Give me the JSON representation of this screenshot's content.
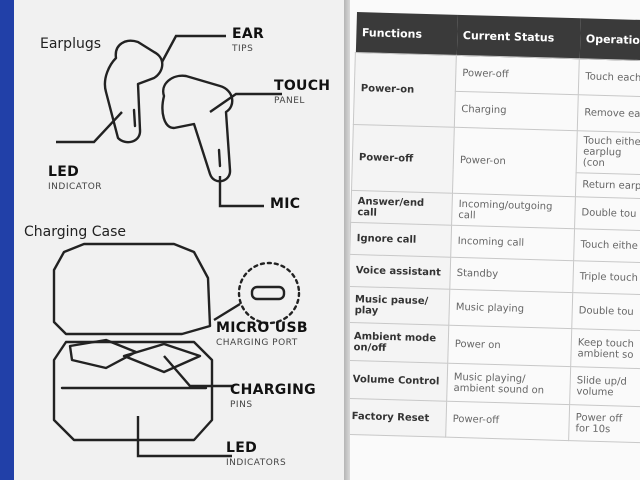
{
  "left_page": {
    "earplugs_title": "Earplugs",
    "ear": "EAR",
    "tips": "TIPS",
    "touch": "TOUCH",
    "panel": "PANEL",
    "led": "LED",
    "indicator": "INDICATOR",
    "mic": "MIC",
    "case_title": "Charging Case",
    "micro_usb": "MICRO USB",
    "charging_port": "CHARGING PORT",
    "charging": "CHARGING",
    "pins": "PINS",
    "led2": "LED",
    "indicators": "INDICATORS"
  },
  "table": {
    "headers": [
      "Functions",
      "Current Status",
      "Operation"
    ],
    "rows": [
      {
        "fn": "Power-on",
        "status": "Power-off",
        "op": "Touch each"
      },
      {
        "status": "Charging",
        "op": "Remove ear"
      },
      {
        "fn": "Power-off",
        "status": "Power-on",
        "op": "Touch either earplug (con"
      },
      {
        "op": "Return earp"
      },
      {
        "fn": "Answer/end call",
        "status": "Incoming/outgoing call",
        "op": "Double tou"
      },
      {
        "fn": "Ignore call",
        "status": "Incoming call",
        "op": "Touch eithe"
      },
      {
        "fn": "Voice assistant",
        "status": "Standby",
        "op": "Triple touch"
      },
      {
        "fn": "Music pause/ play",
        "status": "Music playing",
        "op": "Double tou"
      },
      {
        "fn": "Ambient mode on/off",
        "status": "Power on",
        "op": "Keep touch ambient so"
      },
      {
        "fn": "Volume Control",
        "status": "Music playing/ ambient sound on",
        "op": "Slide up/d volume"
      },
      {
        "fn": "Factory Reset",
        "status": "Power-off",
        "op": "Power off for 10s"
      }
    ]
  }
}
